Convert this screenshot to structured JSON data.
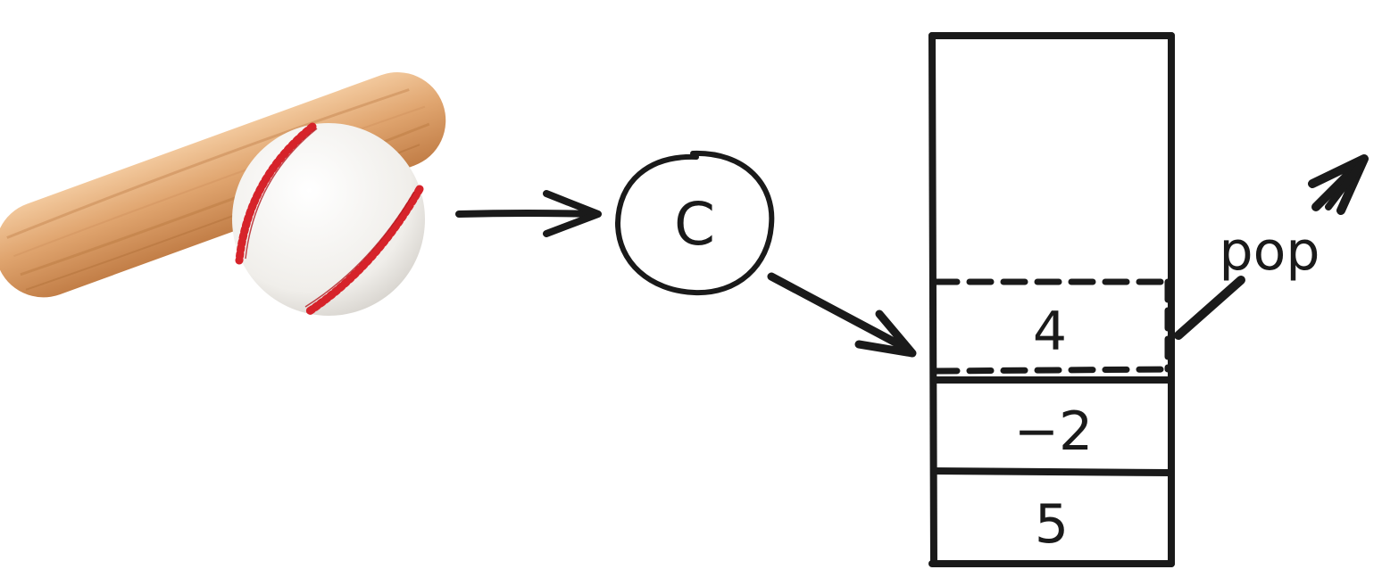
{
  "operator": {
    "symbol": "C"
  },
  "stack": {
    "cells": [
      {
        "value": "4",
        "popped": true
      },
      {
        "value": "−2",
        "popped": false
      },
      {
        "value": "5",
        "popped": false
      }
    ],
    "pop_label": "pop"
  },
  "illustration": {
    "icon": "baseball-bat-and-ball-icon"
  },
  "colors": {
    "ink": "#1a1a1a",
    "bat_wood": "#e0a56f",
    "ball": "#f3f1ee",
    "stitch": "#d6232a"
  }
}
